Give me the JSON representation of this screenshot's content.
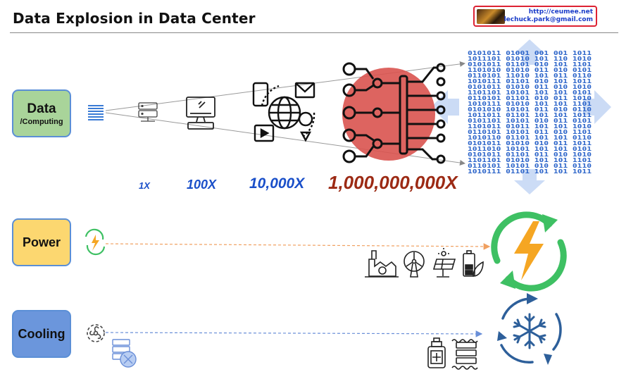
{
  "header": {
    "title": "Data Explosion in Data Center",
    "contact_url": "http://ceumee.net",
    "contact_email": "lechuck.park@gmail.com"
  },
  "categories": {
    "data_main": "Data",
    "data_sub": "/Computing",
    "power": "Power",
    "cooling": "Cooling"
  },
  "multipliers": [
    "1X",
    "100X",
    "10,000X",
    "1,000,000,000X"
  ],
  "binary_rows": [
    "0101011 01001 001 001 1011",
    "1011101 01010 101 110 1010",
    "0101011 01101 010 101 1101",
    "1101010 01010 011 010 0101",
    "0110101 11010 101 011 0110",
    "1010111 01101 010 101 1011",
    "0101011 01010 011 010 1010",
    "1101101 10101 101 101 0101",
    "0110101 01101 010 011 1010",
    "1010111 01010 101 101 1101",
    "0101010 10101 011 010 0110",
    "1011011 01101 101 101 1011",
    "0101101 10101 010 011 0101",
    "1101011 01011 101 101 1010",
    "0110101 10101 011 010 1101",
    "1010110 01101 101 101 0110",
    "0101011 01010 010 011 1011",
    "1011010 10101 101 101 0101",
    "0101011 01101 011 010 1010",
    "1101101 01010 101 101 1101",
    "0110101 10101 010 011 0110",
    "1010111 01101 101 101 1011"
  ],
  "colors": {
    "data_box": "#a9d49a",
    "power_box": "#fcd770",
    "cooling_box": "#6b96dc",
    "box_border": "#5b8fd6",
    "multiplier_blue": "#1a4fc9",
    "multiplier_red": "#9c2a14",
    "ai_circle": "#d9534f",
    "power_green": "#3ec063",
    "bolt_orange": "#f5a623",
    "cooling_blue": "#2d5f9a",
    "arrow_light_blue": "#c6d8f5"
  },
  "icons": {
    "data_row": [
      "binary-data-icon",
      "server-icon",
      "desktop-computer-icon",
      "mobile-internet-icon",
      "ai-chip-icon",
      "binary-data-icon"
    ],
    "power_row": [
      "power-cycle-icon",
      "nuclear-plant-icon",
      "wind-turbine-icon",
      "solar-panel-icon",
      "battery-eco-icon",
      "power-cycle-icon"
    ],
    "cooling_row": [
      "fan-icon",
      "server-cooling-icon",
      "coolant-icon",
      "liquid-cooled-server-icon",
      "snowflake-cycle-icon"
    ]
  }
}
